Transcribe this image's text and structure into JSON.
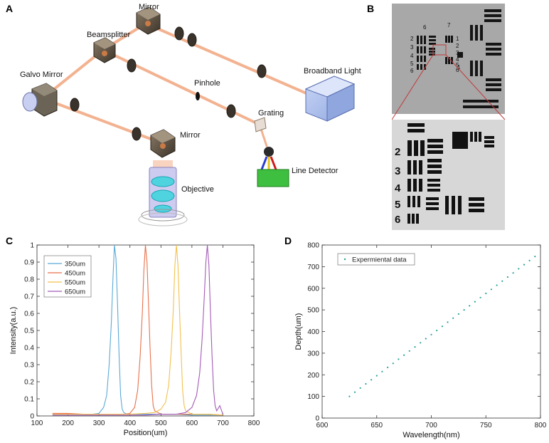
{
  "panels": {
    "a": "A",
    "b": "B",
    "c": "C",
    "d": "D"
  },
  "diagram": {
    "labels": {
      "mirror_top": "Mirror",
      "beamsplitter": "Beamsplitter",
      "galvo": "Galvo Mirror",
      "pinhole": "Pinhole",
      "broadband": "Broadband Light",
      "grating": "Grating",
      "mirror_bottom": "Mirror",
      "objective": "Objective",
      "line_detector": "Line Detector"
    }
  },
  "resolution_target": {
    "labels": [
      "6",
      "7",
      "2",
      "3",
      "4",
      "5",
      "6",
      "1",
      "2",
      "3",
      "4",
      "5",
      "6",
      "1"
    ],
    "zoom_labels": [
      "2",
      "3",
      "4",
      "5",
      "6"
    ],
    "colors": {
      "frame": "#c0393b"
    }
  },
  "chart_data": [
    {
      "type": "line",
      "panel": "C",
      "xlabel": "Position(um)",
      "ylabel": "Intensity(a.u.)",
      "xlim": [
        100,
        800
      ],
      "ylim": [
        0,
        1
      ],
      "xticks": [
        "100",
        "200",
        "300",
        "400",
        "500",
        "600",
        "700",
        "800"
      ],
      "yticks": [
        "0",
        "0.1",
        "0.2",
        "0.3",
        "0.4",
        "0.5",
        "0.6",
        "0.7",
        "0.8",
        "0.9",
        "1"
      ],
      "legend_position": "top-left",
      "series": [
        {
          "name": "350um",
          "color": "#5aa9d6",
          "peak": 350,
          "x": [
            150,
            200,
            250,
            280,
            300,
            315,
            325,
            333,
            340,
            345,
            350,
            355,
            360,
            365,
            370,
            375,
            380,
            390,
            400,
            450,
            500,
            550,
            600,
            650,
            700
          ],
          "y": [
            0.01,
            0.01,
            0.01,
            0.01,
            0.015,
            0.05,
            0.12,
            0.3,
            0.55,
            0.8,
            1.0,
            0.92,
            0.65,
            0.35,
            0.12,
            0.04,
            0.02,
            0.01,
            0.01,
            0.01,
            0.01,
            0.01,
            0.005,
            0.005,
            0.005
          ]
        },
        {
          "name": "450um",
          "color": "#e8714b",
          "peak": 450,
          "x": [
            150,
            200,
            250,
            300,
            350,
            380,
            400,
            415,
            425,
            433,
            440,
            445,
            450,
            455,
            460,
            465,
            470,
            475,
            480,
            490,
            500,
            550,
            600,
            650,
            700
          ],
          "y": [
            0.015,
            0.015,
            0.01,
            0.01,
            0.01,
            0.01,
            0.015,
            0.05,
            0.15,
            0.35,
            0.6,
            0.85,
            1.0,
            0.9,
            0.65,
            0.4,
            0.18,
            0.06,
            0.03,
            0.02,
            0.01,
            0.01,
            0.01,
            0.01,
            0.005
          ]
        },
        {
          "name": "550um",
          "color": "#f2c14e",
          "peak": 550,
          "x": [
            150,
            200,
            250,
            300,
            350,
            400,
            450,
            480,
            500,
            515,
            525,
            533,
            540,
            545,
            550,
            555,
            560,
            565,
            570,
            575,
            580,
            590,
            600,
            650,
            700
          ],
          "y": [
            0.01,
            0.01,
            0.01,
            0.01,
            0.01,
            0.01,
            0.015,
            0.02,
            0.04,
            0.08,
            0.18,
            0.38,
            0.62,
            0.88,
            1.0,
            0.88,
            0.62,
            0.38,
            0.15,
            0.06,
            0.03,
            0.02,
            0.01,
            0.01,
            0.005
          ]
        },
        {
          "name": "650um",
          "color": "#a45ab6",
          "peak": 650,
          "x": [
            150,
            200,
            250,
            300,
            350,
            400,
            450,
            500,
            550,
            580,
            600,
            615,
            625,
            633,
            640,
            645,
            650,
            655,
            660,
            665,
            670,
            675,
            680,
            690,
            700
          ],
          "y": [
            0.005,
            0.005,
            0.005,
            0.005,
            0.005,
            0.005,
            0.005,
            0.01,
            0.01,
            0.02,
            0.05,
            0.12,
            0.25,
            0.45,
            0.7,
            0.9,
            1.0,
            0.88,
            0.6,
            0.35,
            0.15,
            0.06,
            0.03,
            0.06,
            0.01
          ]
        }
      ]
    },
    {
      "type": "scatter",
      "panel": "D",
      "xlabel": "Wavelength(nm)",
      "ylabel": "Depth(um)",
      "xlim": [
        600,
        800
      ],
      "ylim": [
        0,
        800
      ],
      "xticks": [
        "600",
        "650",
        "700",
        "750",
        "800"
      ],
      "yticks": [
        "0",
        "100",
        "200",
        "300",
        "400",
        "500",
        "600",
        "700",
        "800"
      ],
      "legend_position": "top-left",
      "series": [
        {
          "name": "Expermiental data",
          "color": "#2aa198",
          "x": [
            625,
            630,
            635,
            640,
            645,
            650,
            655,
            660,
            665,
            670,
            675,
            680,
            685,
            690,
            695,
            700,
            705,
            710,
            715,
            720,
            725,
            730,
            735,
            740,
            745,
            750,
            755,
            760,
            765,
            770,
            775,
            780,
            785,
            790,
            795
          ],
          "y": [
            100,
            120,
            139,
            158,
            177,
            196,
            215,
            234,
            253,
            272,
            291,
            310,
            329,
            348,
            367,
            386,
            405,
            424,
            443,
            462,
            481,
            500,
            519,
            538,
            557,
            576,
            595,
            614,
            633,
            652,
            671,
            690,
            709,
            728,
            747
          ]
        }
      ]
    }
  ]
}
